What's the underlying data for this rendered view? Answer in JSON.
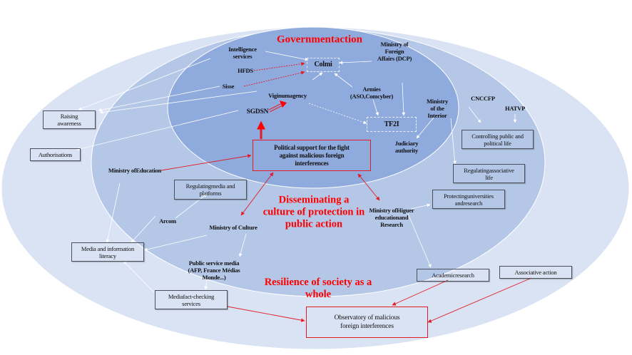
{
  "colors": {
    "outer_ring": "#dae3f3",
    "middle_ring": "#b4c7e7",
    "inner_ring": "#8faadc",
    "accent_red": "#ff0000",
    "box_border": "#4a4f5a",
    "connector_white": "#ffffff"
  },
  "sections": {
    "government": "Governmentaction",
    "culture": "Disseminating a\nculture of protection in\npublic action",
    "resilience": "Resilience of society as a\nwhole"
  },
  "actors": {
    "intelligence": "Intelligence\nservices",
    "hfds": "HFDS",
    "sisse": "Sisse",
    "mfa": "Ministry of\nForeign\nAffairs (DCP)",
    "viginum": "Viginumagency",
    "armies": "Armies\n(ASO,Comcyber)",
    "sgdsn": "SGDSN",
    "interior": "Ministry\nof the\nInterior",
    "judiciary": "Judiciary\nauthority",
    "cnccfp": "CNCCFP",
    "hatvp": "HATVP",
    "education": "Ministry ofEducation",
    "arcom": "Arcom",
    "culture": "Ministry of Culture",
    "public_media": "Public service media\n(AFP, France Médias\nMonde...)",
    "higher_ed": "Ministry ofHiguer\neducationand\nResearch"
  },
  "boxes": {
    "colmi": "Colmi",
    "tf2i": "TF2I",
    "political_support": "Political support for the fight\nagainst malicious foreign\ninterferences",
    "raising_awareness": "Raising\nawareness",
    "authorisations": "Authorisations",
    "controlling_public": "Controlling public and\npolitical life",
    "regulating_associative": "Regulatingassociative\nlife",
    "protecting_universities": "Protectinguniversities\nandresearch",
    "regulating_media": "Regulatingmedia and\nplatforms",
    "media_literacy": "Media and information\nliteracy",
    "fact_checking": "Mediafact-checking\nservices",
    "academic_research": "Academicresearch",
    "associative_action": "Associative action",
    "observatory": "Observatory of malicious\nforeign interferences"
  }
}
